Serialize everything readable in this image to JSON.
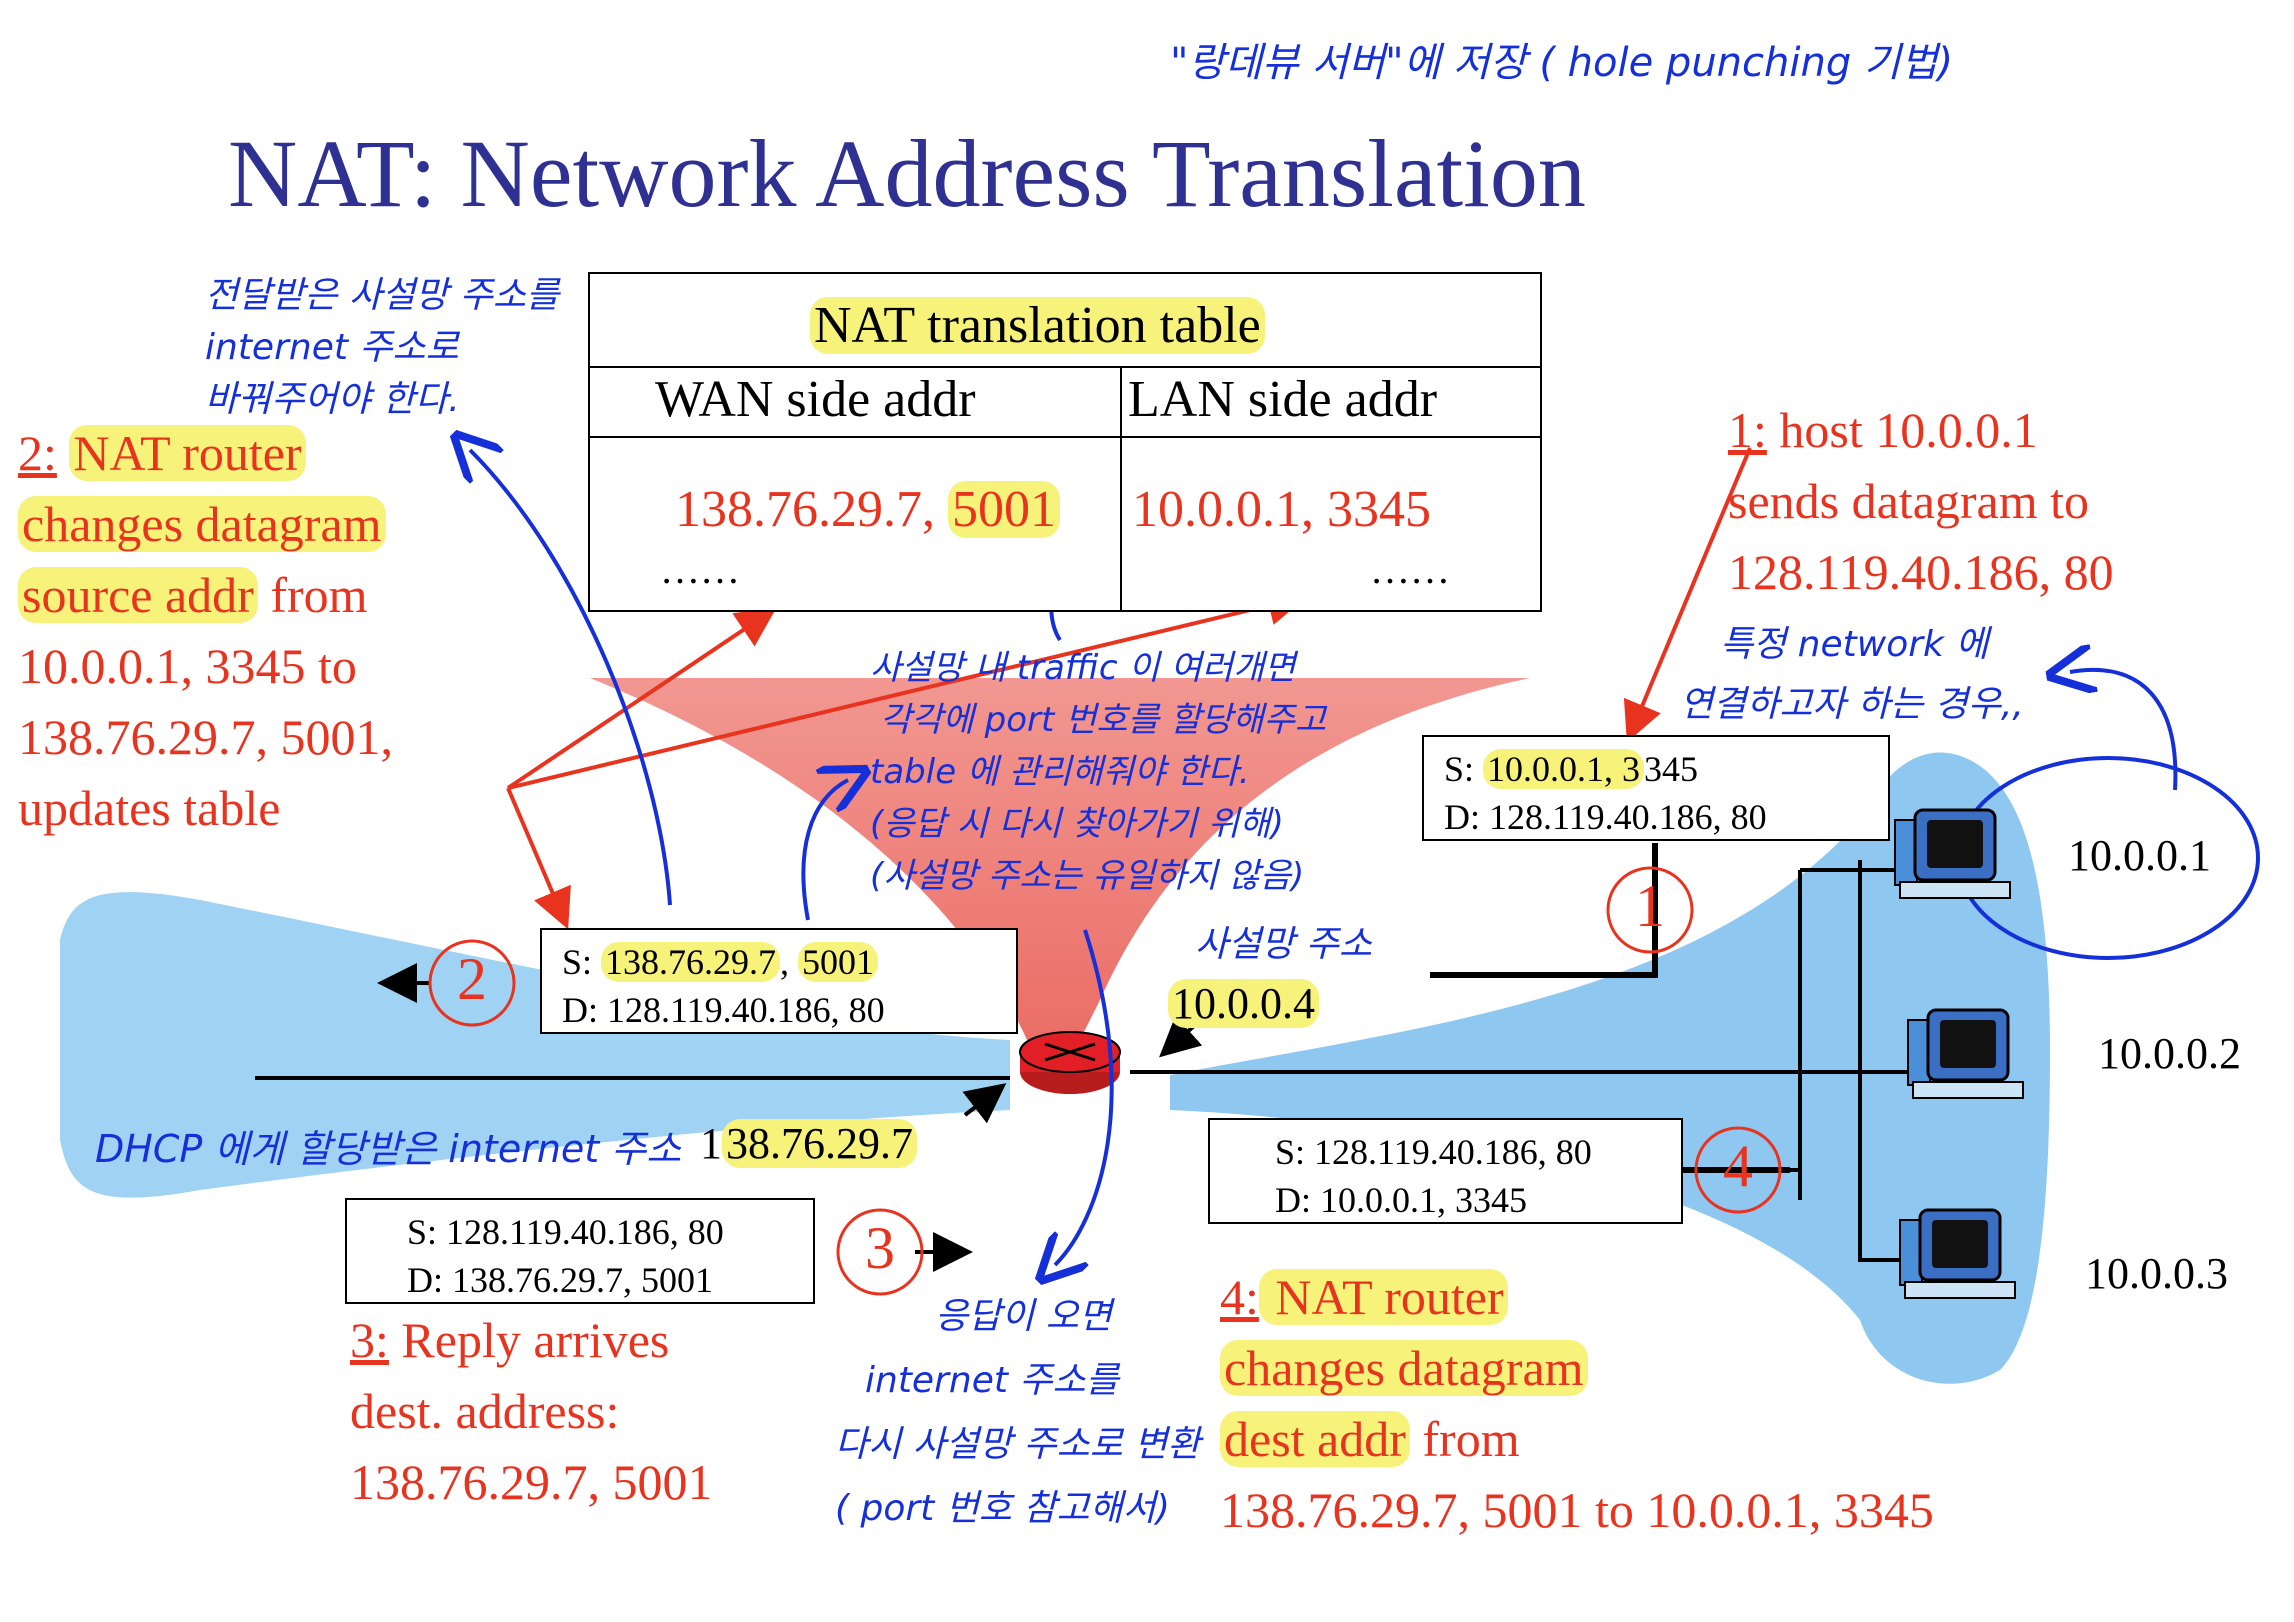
{
  "title": "NAT: Network Address Translation",
  "table": {
    "caption": "NAT translation table",
    "col_wan": "WAN side addr",
    "col_lan": "LAN side addr",
    "row_wan_ip": "138.76.29.7, ",
    "row_wan_port": "5001",
    "row_lan": "10.0.0.1, 3345",
    "ellipsis": "……"
  },
  "step1": {
    "num": "1:",
    "lines": [
      "host 10.0.0.1",
      "sends datagram to",
      "128.119.40.186, 80"
    ]
  },
  "step2": {
    "num": "2:",
    "line1": "NAT router",
    "line2": "changes datagram",
    "line3a": "source addr",
    "line3b": " from",
    "line4": "10.0.0.1, 3345 to",
    "line5": "138.76.29.7, 5001,",
    "line6": "updates table"
  },
  "step3": {
    "num": "3:",
    "line1": " Reply arrives",
    "line2": "dest. address:",
    "line3": "138.76.29.7, 5001"
  },
  "step4": {
    "num": "4:",
    "line1": " NAT router",
    "line2": "changes datagram",
    "line3a": "dest addr",
    "line3b": " from",
    "line4": "138.76.29.7, 5001 to 10.0.0.1, 3345"
  },
  "packets": {
    "p1": {
      "s_prefix": "S: ",
      "s_hl": "10.0.0.1, 3",
      "s_rest": "345",
      "d": "D: 128.119.40.186, 80"
    },
    "p2": {
      "s_prefix": "S: ",
      "s_hl1": "138.76.29.7",
      "s_mid": ", ",
      "s_hl2": "5001",
      "d": "D: 128.119.40.186, 80"
    },
    "p3": {
      "s": "S: 128.119.40.186, 80",
      "d": "D: 138.76.29.7, 5001"
    },
    "p4": {
      "s": "S: 128.119.40.186, 80",
      "d": "D: 10.0.0.1, 3345"
    }
  },
  "circles": [
    "1",
    "2",
    "3",
    "4"
  ],
  "hosts": [
    "10.0.0.1",
    "10.0.0.2",
    "10.0.0.3"
  ],
  "router_lan_ip": "10.0.0.4",
  "router_wan_ip_prefix": "1",
  "router_wan_ip_hl": "38.76.29.7",
  "handwritten": {
    "top": "\"랑데뷰 서버\"에 저장 ( hole punching 기법)",
    "note_left": [
      "전달받은 사설망 주소를",
      "internet 주소로",
      "바꿔주어야 한다."
    ],
    "note_center": [
      "사설망 내 traffic 이 여러개면",
      "각각에 port 번호를 할당해주고",
      "table 에 관리해줘야 한다.",
      "(응답 시 다시 찾아가기 위해)",
      "(사설망 주소는 유일하지 않음)"
    ],
    "note_private": "사설망 주소",
    "note_dhcp": "DHCP 에게 할당받은 internet 주소",
    "note_reply": [
      "응답이 오면",
      "internet 주소를",
      "다시 사설망 주소로 변환",
      "( port 번호 참고해서)"
    ],
    "note_right": [
      "특정 network 에",
      "연결하고자 하는 경우,,"
    ]
  },
  "colors": {
    "title": "#2e3192",
    "red_text": "#e8331f",
    "highlight": "#f6f27a",
    "handwriting": "#1530d8",
    "lan_blue": "#8ec8f0",
    "router": "#e21f26"
  }
}
